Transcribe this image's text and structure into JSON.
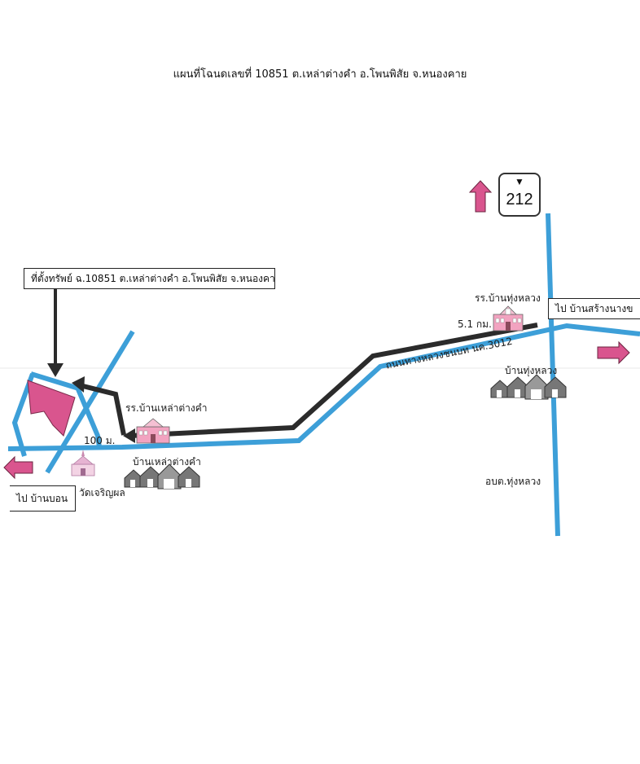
{
  "title": "แผนที่โฉนดเลขที่ 10851 ต.เหล่าต่างคำ อ.โพนพิสัย จ.หนองคาย",
  "location_box": "ที่ตั้งทรัพย์ ฉ.10851 ต.เหล่าต่างคำ อ.โพนพิสัย จ.หนองคาย",
  "route_shield": {
    "number": "212",
    "emblem": "garuda-emblem-icon"
  },
  "labels": {
    "school_thunglaung": "รร.บ้านทุ่งหลวง",
    "dist_51": "5.1 กม.",
    "to_bansang": "ไป บ้านสร้างนางข",
    "road_name": "ถนนทางหลวงชนบท นค.3012",
    "village_thunglaung": "บ้านทุ่งหลวง",
    "school_laotangkham": "รร.บ้านเหล่าต่างคำ",
    "dist_100": "100 ม.",
    "village_laotangkham": "บ้านเหล่าต่างคำ",
    "temple": "วัดเจริญผล",
    "to_banbon": "ไป บ้านบอน",
    "sao_thunglaung": "อบต.ทุ่งหลวง"
  },
  "colors": {
    "road": "#3d9fd8",
    "route_line": "#2b2b2b",
    "plot_fill": "#d9558e",
    "arrow_pink": "#d9558e",
    "school": "#f2a3c0",
    "house": "#555555"
  }
}
